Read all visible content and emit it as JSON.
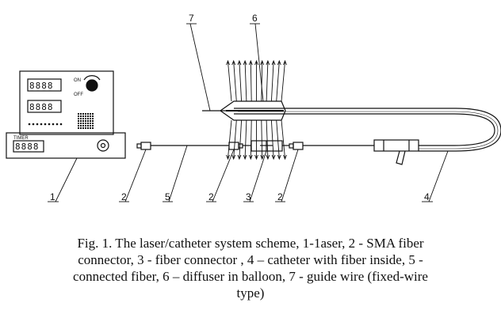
{
  "labels": {
    "laser": "1",
    "sma_connector": "2",
    "fiber_connector": "3",
    "catheter": "4",
    "connected_fiber": "5",
    "diffuser": "6",
    "guide_wire": "7"
  },
  "laser_panel": {
    "display_top": "8888",
    "display_mid": "8888",
    "on_label": "ON",
    "off_label": "OFF",
    "timer_label": "TIMER",
    "timer_display": "8888"
  },
  "caption": {
    "line1": "Fig. 1. The laser/catheter system scheme, 1-1aser, 2 - SMA fiber",
    "line2": "connector, 3 - fiber connector , 4 – catheter with fiber inside, 5 -",
    "line3": "connected fiber, 6 – diffuser in balloon, 7 - guide wire (fixed-wire",
    "line4": "type)"
  }
}
